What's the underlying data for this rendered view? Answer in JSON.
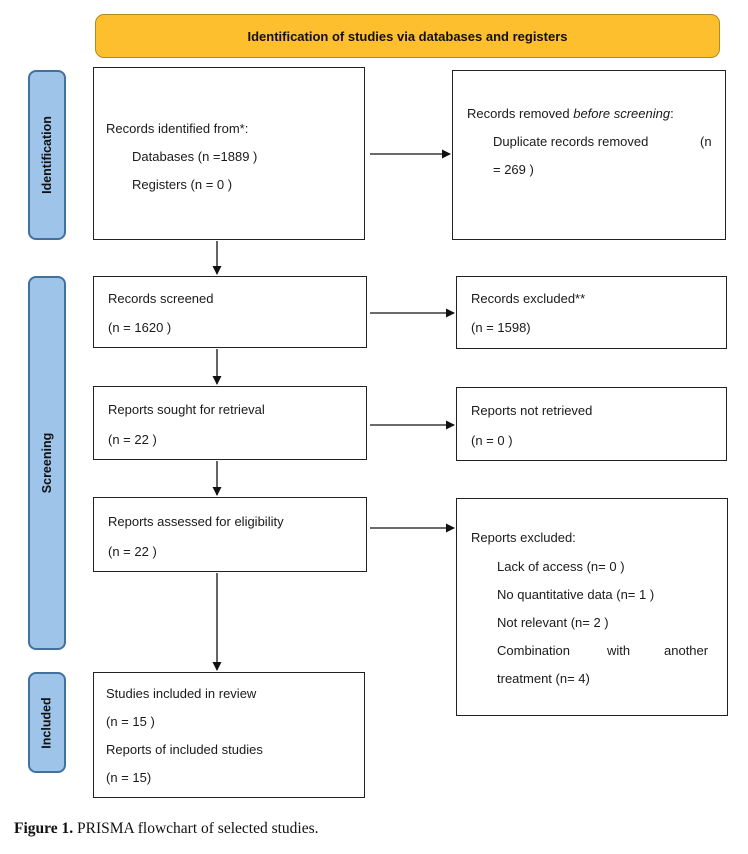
{
  "header": {
    "title": "Identification of studies via databases and registers"
  },
  "phases": {
    "identification": "Identification",
    "screening": "Screening",
    "included": "Included"
  },
  "boxes": {
    "identified": {
      "line1": "Records identified from*:",
      "line2": "Databases  (n =1889 )",
      "line3": "Registers (n = 0 )"
    },
    "removed": {
      "line1_pre": "Records removed ",
      "line1_italic": "before screening",
      "line1_post": ":",
      "line2a": "Duplicate records removed",
      "line2b": "(n",
      "line3": "= 269 )"
    },
    "screened": {
      "line1": "Records screened",
      "line2": "(n = 1620 )"
    },
    "excluded": {
      "line1": "Records excluded**",
      "line2": "(n = 1598)"
    },
    "sought": {
      "line1": "Reports sought for retrieval",
      "line2": "(n = 22 )"
    },
    "not_retrieved": {
      "line1": "Reports not retrieved",
      "line2": "(n = 0 )"
    },
    "assessed": {
      "line1": "Reports assessed for eligibility",
      "line2": "(n = 22 )"
    },
    "reports_excluded": {
      "title": "Reports excluded:",
      "items": [
        "Lack of access  (n= 0 )",
        "No quantitative  data  (n= 1 )",
        "Not relevant  (n= 2 )"
      ],
      "combo_a": "Combination",
      "combo_b": "with",
      "combo_c": "another",
      "combo_line2": "treatment  (n= 4)"
    },
    "included": {
      "line1": "Studies included in review",
      "line2": "(n = 15 )",
      "line3": "Reports of included studies",
      "line4": "(n = 15)"
    }
  },
  "caption": {
    "label": "Figure 1.",
    "text": " PRISMA flowchart of selected studies."
  }
}
